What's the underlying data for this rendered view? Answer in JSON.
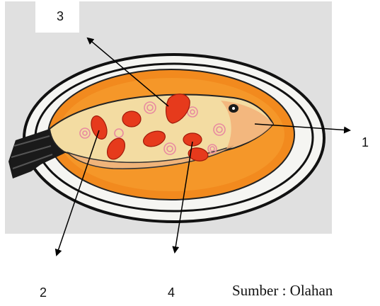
{
  "labels": {
    "l1": "1",
    "l2": "2",
    "l3": "3",
    "l4": "4"
  },
  "caption": "Sumber : Olahan",
  "colors": {
    "paper": "#e2e2e2",
    "plate_rim": "#111111",
    "plate_fill": "#f28a1e",
    "fish_body": "#f3dca2",
    "fish_belly": "#f0b47a",
    "spots": "#e63a1c",
    "tail": "#1a1a1a",
    "arrow": "#000000"
  },
  "icons": [
    "fish-illustration",
    "plate-illustration",
    "arrow-pointer"
  ]
}
